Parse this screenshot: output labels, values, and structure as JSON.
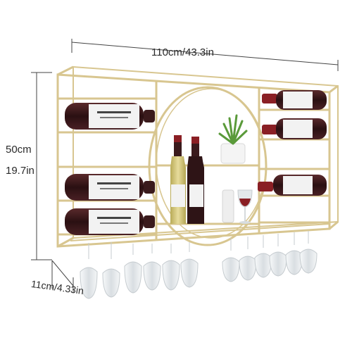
{
  "dimensions": {
    "width_label": "110cm/43.3in",
    "height_label_cm": "50cm",
    "height_label_in": "19.7in",
    "depth_label": "11cm/4.33in"
  },
  "colors": {
    "frame_gold": "#d8c690",
    "frame_shadow": "#b9a56a",
    "bottle_dark": "#3a1a1c",
    "bottle_cap": "#8a1f24",
    "label_white": "#f2f2f2",
    "white_wine": "#cfc27a",
    "glass": "#e8ecef",
    "dimension_line": "#444444"
  }
}
